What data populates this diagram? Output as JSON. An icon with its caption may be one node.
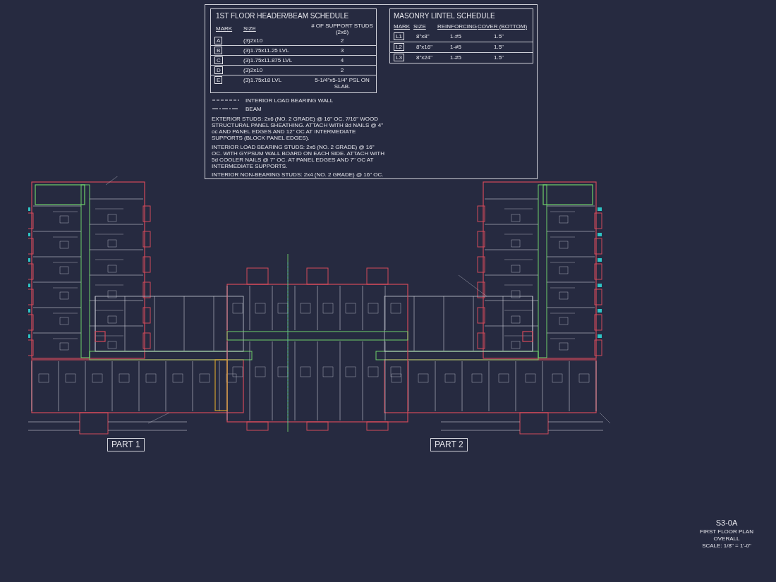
{
  "diagram": {
    "nodes": [
      {
        "text": [
          "PART 1"
        ]
      },
      {
        "text": [
          "PART 2"
        ]
      }
    ],
    "labels": [
      "1ST FLOOR HEADER/BEAM SCHEDULE",
      "MARK",
      "SIZE",
      "# OF SUPPORT STUDS (2x6)",
      "A",
      "(3)2x10",
      "2",
      "B",
      "(3)1.75x11.25 LVL",
      "3",
      "C",
      "(3)1.75x11.875 LVL",
      "4",
      "D",
      "(3)2x10",
      "2",
      "E",
      "(3)1.75x18 LVL",
      "5-1/4\"x5-1/4\" PSL ON SLAB.",
      "EXTERIOR STUDS: 2x6 (NO. 2 GRADE) @ 16\" OC. 7/16\" WOOD STRUCTURAL PANEL SHEATHING. ATTACH WITH 8d NAILS @ 4\" oc AND PANEL EDGES AND 12\" OC AT INTERMEDIATE SUPPORTS (BLOCK PANEL EDGES).",
      "INTERIOR LOAD BEARING STUDS: 2x6 (NO. 2 GRADE) @ 16\" OC. WITH GYPSUM WALL BOARD ON EACH SIDE. ATTACH WITH 5d COOLER NAILS @ 7\" OC. AT PANEL EDGES AND 7\" OC AT INTERMEDIATE SUPPORTS.",
      "INTERIOR NON-BEARING STUDS: 2x4 (NO. 2 GRADE) @ 16\" OC.",
      "MASONRY LINTEL SCHEDULE",
      "MARK",
      "SIZE",
      "REINFORCING",
      "COVER (BOTTOM)",
      "L1",
      "8\"x8\"",
      "1-#5",
      "1.5\"",
      "L2",
      "8\"x16\"",
      "1-#5",
      "1.5\"",
      "L3",
      "8\"x24\"",
      "1-#5",
      "1.5\"",
      "S3-0A",
      "FIRST FLOOR PLAN",
      "OVERALL",
      "SCALE: 1/8\" = 1'-0\""
    ],
    "legend": [
      {
        "text": "INTERIOR LOAD BEARING WALL"
      },
      {
        "text": "BEAM"
      }
    ]
  }
}
